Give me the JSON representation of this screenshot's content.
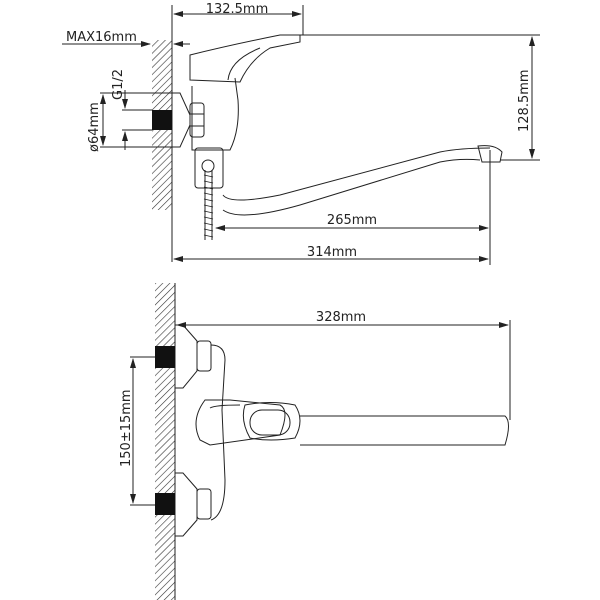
{
  "diagram": {
    "type": "technical-drawing",
    "subject": "wall-mounted single-lever bath mixer with long swivel spout",
    "line_color": "#222222",
    "background": "#ffffff",
    "views": [
      {
        "name": "side-view",
        "dimensions": {
          "spout_top_offset": "132.5mm",
          "wall_max": "MAX16mm",
          "thread": "G1/2",
          "flange_diameter": "ø64mm",
          "height": "128.5mm",
          "spout_reach": "265mm",
          "total_length": "314mm"
        }
      },
      {
        "name": "top-view",
        "dimensions": {
          "total_length": "328mm",
          "inlet_spacing": "150±15mm"
        }
      }
    ]
  }
}
